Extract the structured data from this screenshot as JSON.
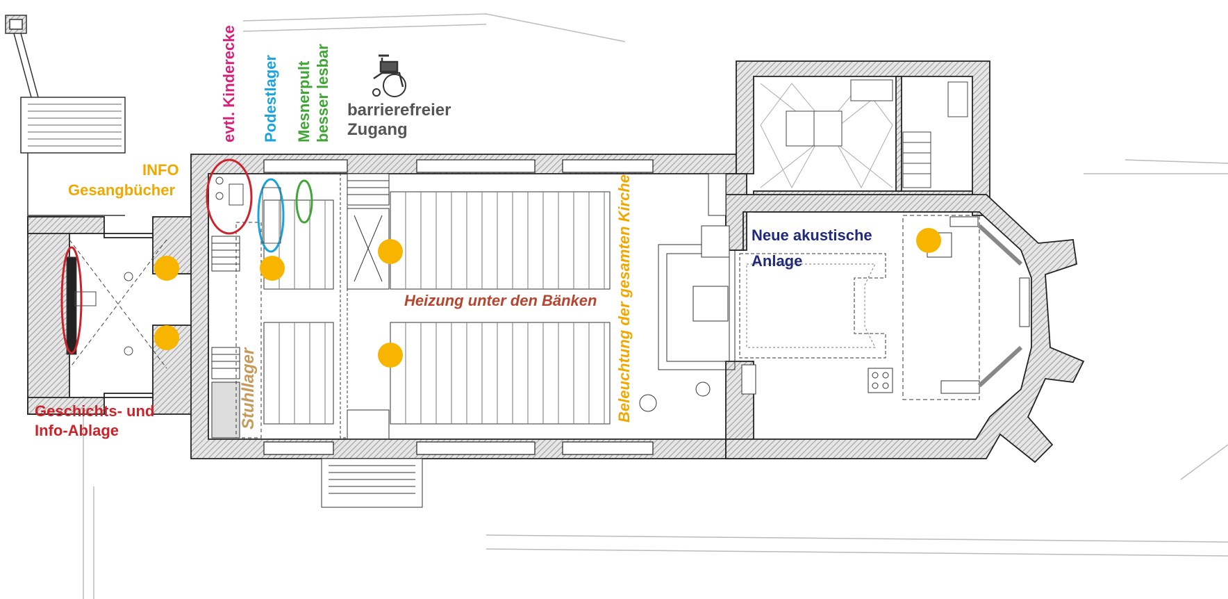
{
  "labels": {
    "kinderecke": "evtl. Kinderecke",
    "podestlager": "Podestlager",
    "mesnerpult_1": "Mesnerpult",
    "mesnerpult_2": "besser lesbar",
    "barrierefrei_1": "barrierefreier",
    "barrierefrei_2": "Zugang",
    "info_1": "INFO",
    "info_2": "Gesangbücher",
    "geschichts_1": "Geschichts- und",
    "geschichts_2": "Info-Ablage",
    "stuhllager": "Stuhllager",
    "heizung": "Heizung unter den Bänken",
    "beleuchtung": "Beleuchtung der gesamten Kirche",
    "akustik_1": "Neue akustische",
    "akustik_2": "Anlage"
  },
  "colors": {
    "magenta": "#d6217a",
    "cyan": "#1aa3dc",
    "green": "#3fa535",
    "gray_text": "#555555",
    "orange": "#f0a800",
    "red": "#cc2229",
    "brown_red": "#b5452f",
    "tan": "#c69a5a",
    "navy": "#1f2a7a",
    "wall": "#9a9a9a",
    "line": "#222222"
  },
  "icons": [
    "wheelchair-icon",
    "heating-dot-icon"
  ]
}
